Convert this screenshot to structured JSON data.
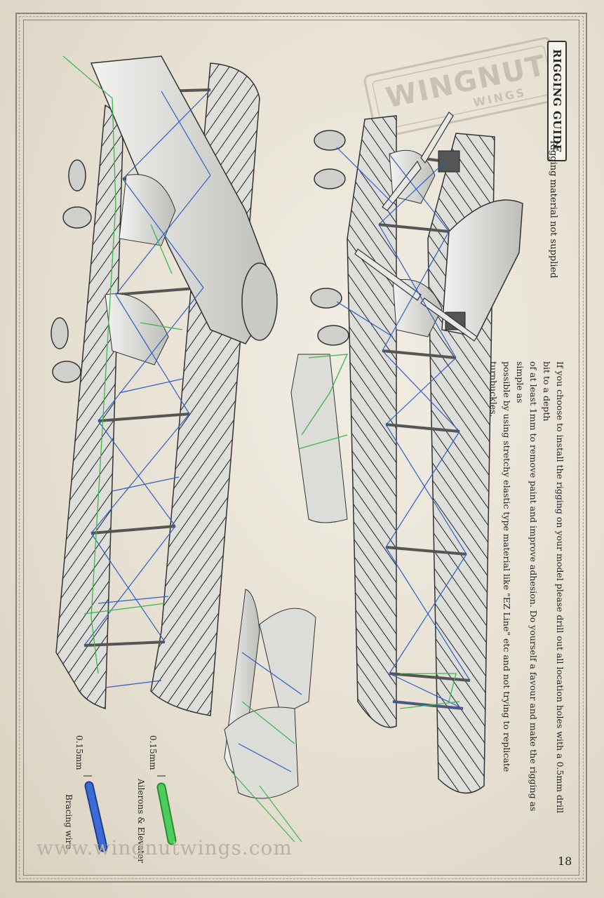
{
  "page": {
    "title": "RIGGING GUIDE",
    "subtitle": "Rigging material not supplied",
    "instructions": [
      "If you choose to install the rigging on your model please drill out all location holes with a 0.5mm drill bit to a depth",
      "of at least 1mm to remove paint and improve adhesion. Do yourself a favour and make the rigging as simple as",
      "possible by using stretchy elastic type material like \"EZ Line\" etc and not trying to replicate turnbuckles."
    ],
    "website": "www.wingnutwings.com",
    "page_number": "18"
  },
  "watermark": {
    "line1": "WINGNUT",
    "line2": "WINGS"
  },
  "legend": [
    {
      "size": "0.15mm",
      "label": "Ailerons & Elevator",
      "color": "#3fb64a"
    },
    {
      "size": "0.15mm",
      "label": "Bracing wire",
      "color": "#2f5fc4"
    }
  ],
  "colors": {
    "aileron_wire": "#3fb64a",
    "bracing_wire": "#2f5fc4",
    "airframe": "#d9d9d6",
    "outline": "#3a3a3a"
  }
}
